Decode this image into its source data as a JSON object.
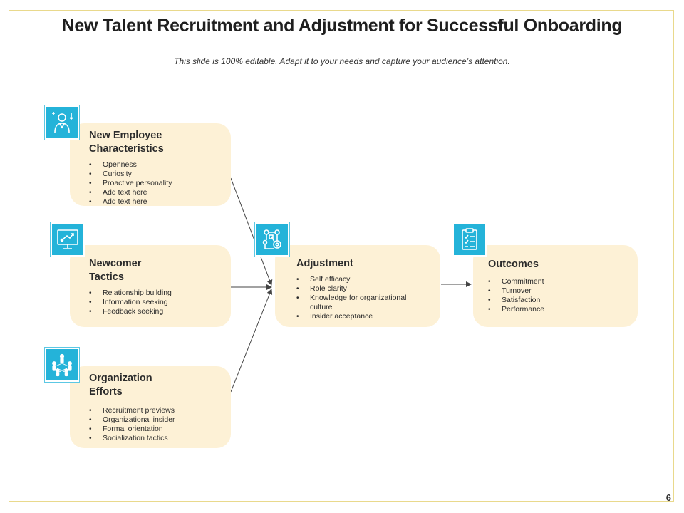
{
  "slide": {
    "title": "New Talent Recruitment and Adjustment for Successful Onboarding",
    "subtitle": "This slide is 100% editable. Adapt it to your needs and capture your audience’s attention.",
    "page_number": "6"
  },
  "nodes": {
    "characteristics": {
      "title_line1": "New Employee",
      "title_line2": "Characteristics",
      "icon": "employee-traits-icon",
      "items": [
        "Openness",
        "Curiosity",
        "Proactive personality",
        "Add text here",
        "Add text here"
      ]
    },
    "tactics": {
      "title_line1": "Newcomer",
      "title_line2": "Tactics",
      "icon": "strategy-board-icon",
      "items": [
        "Relationship building",
        "Information seeking",
        "Feedback seeking"
      ]
    },
    "efforts": {
      "title_line1": "Organization",
      "title_line2": "Efforts",
      "icon": "team-network-icon",
      "items": [
        "Recruitment previews",
        "Organizational insider",
        "Formal orientation",
        "Socialization tactics"
      ]
    },
    "adjustment": {
      "title": "Adjustment",
      "icon": "gears-icon",
      "items": [
        "Self efficacy",
        "Role clarity",
        "Knowledge for organizational",
        "culture",
        "Insider acceptance"
      ]
    },
    "outcomes": {
      "title": "Outcomes",
      "icon": "clipboard-checklist-icon",
      "items": [
        "Commitment",
        "Turnover",
        "Satisfaction",
        "Performance"
      ]
    }
  },
  "colors": {
    "card_fill": "#fdf1d6",
    "icon_fill": "#24b3d9",
    "icon_border": "#5cc8e4",
    "frame_border": "#e9d98c",
    "arrow": "#444444"
  }
}
